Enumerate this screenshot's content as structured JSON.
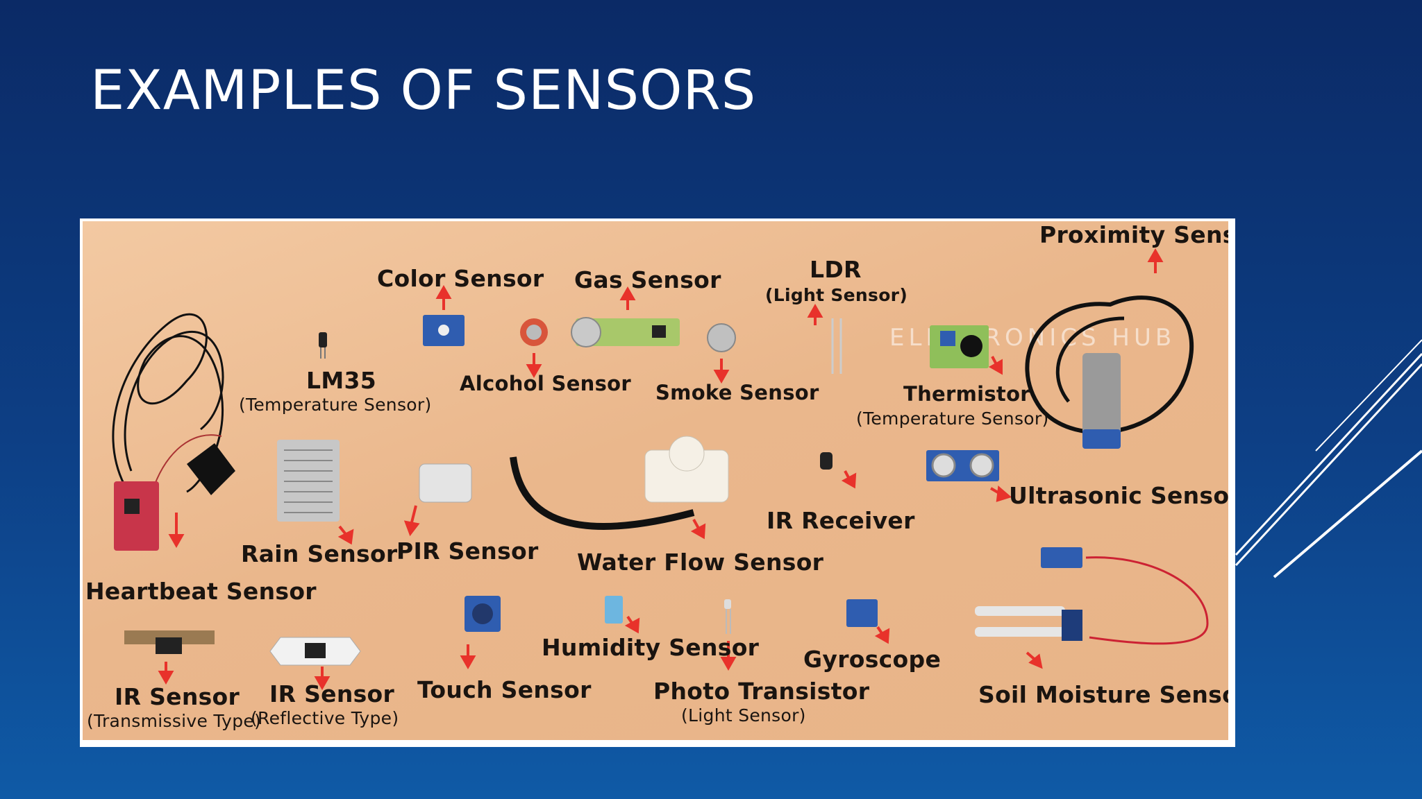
{
  "slide": {
    "title": "EXAMPLES OF SENSORS"
  },
  "photo": {
    "watermark": "ELECTRONICS HUB",
    "labels": {
      "proximity": "Proximity Sensor",
      "color": "Color Sensor",
      "gas": "Gas Sensor",
      "ldr": "LDR",
      "ldr_sub": "(Light Sensor)",
      "lm35": "LM35",
      "lm35_sub": "(Temperature Sensor)",
      "alcohol": "Alcohol Sensor",
      "smoke": "Smoke Sensor",
      "thermistor": "Thermistor",
      "thermistor_sub": "(Temperature Sensor)",
      "ultrasonic": "Ultrasonic Sensor",
      "ir_receiver": "IR Receiver",
      "rain": "Rain Sensor",
      "pir": "PIR Sensor",
      "water_flow": "Water Flow Sensor",
      "heartbeat": "Heartbeat Sensor",
      "humidity": "Humidity Sensor",
      "gyroscope": "Gyroscope",
      "touch": "Touch Sensor",
      "photo_transistor": "Photo Transistor",
      "photo_transistor_sub": "(Light Sensor)",
      "soil": "Soil Moisture Sensor",
      "ir_trans": "IR Sensor",
      "ir_trans_sub": "(Transmissive Type)",
      "ir_refl": "IR Sensor",
      "ir_refl_sub": "(Reflective Type)"
    }
  },
  "colors": {
    "background_top": "#0b2a66",
    "background_bottom": "#0f5aa6",
    "arrow": "#e8322b",
    "board_pcb": "#2f5db0",
    "wood": "#ebb98d"
  }
}
